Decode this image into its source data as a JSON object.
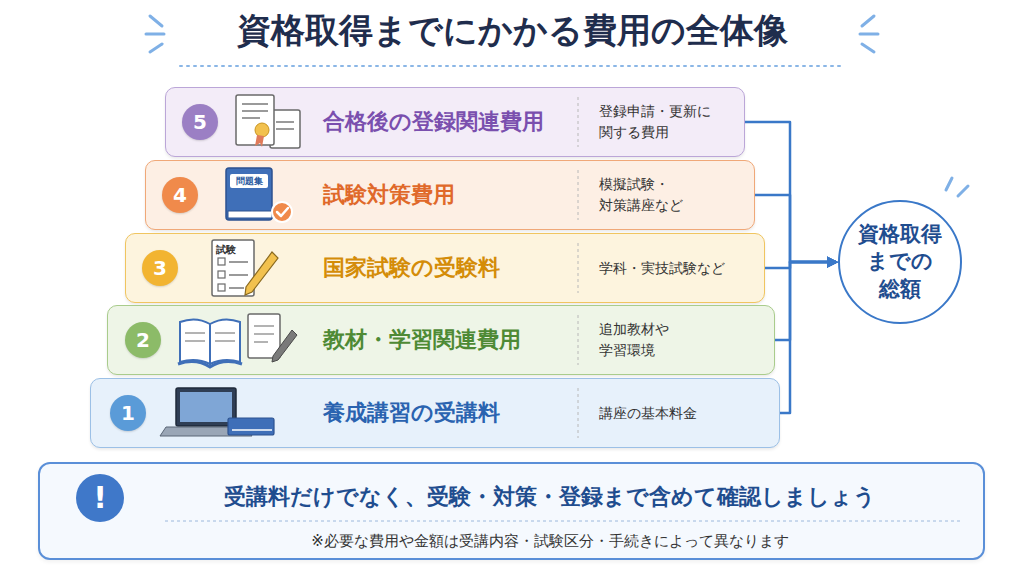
{
  "diagram": {
    "title": "資格取得までにかかる費用の全体像",
    "nodes": [
      {
        "text": [
          "合格後の登録関連費用",
          "登録申請・更新に 関する費用"
        ]
      },
      {
        "text": [
          "試験対策費用",
          "模擬試験・ 対策講座など"
        ]
      },
      {
        "text": [
          "国家試験の受験料",
          "学科・実技試験など"
        ]
      },
      {
        "text": [
          "教材・学習関連費用",
          "追加教材や 学習環境"
        ]
      },
      {
        "text": [
          "養成講習の受講料",
          "講座の基本料金"
        ]
      },
      {
        "text": [
          "資格取得 までの 総額"
        ]
      },
      {
        "text": [
          "受講料だけでなく、受験・対策・登録まで含めて確認しましょう",
          "※必要な費用や金額は受講内容・試験区分・手続きによって異なります"
        ]
      }
    ],
    "edges": [
      {
        "from": 0,
        "to": 5,
        "arrow": "to"
      },
      {
        "from": 1,
        "to": 5,
        "arrow": "to"
      },
      {
        "from": 2,
        "to": 5,
        "arrow": "to"
      },
      {
        "from": 3,
        "to": 5,
        "arrow": "to"
      },
      {
        "from": 4,
        "to": 5,
        "arrow": "to"
      }
    ],
    "labels": [
      "5",
      "4",
      "問題集",
      "3",
      "試験",
      "2",
      "1",
      "!"
    ]
  }
}
